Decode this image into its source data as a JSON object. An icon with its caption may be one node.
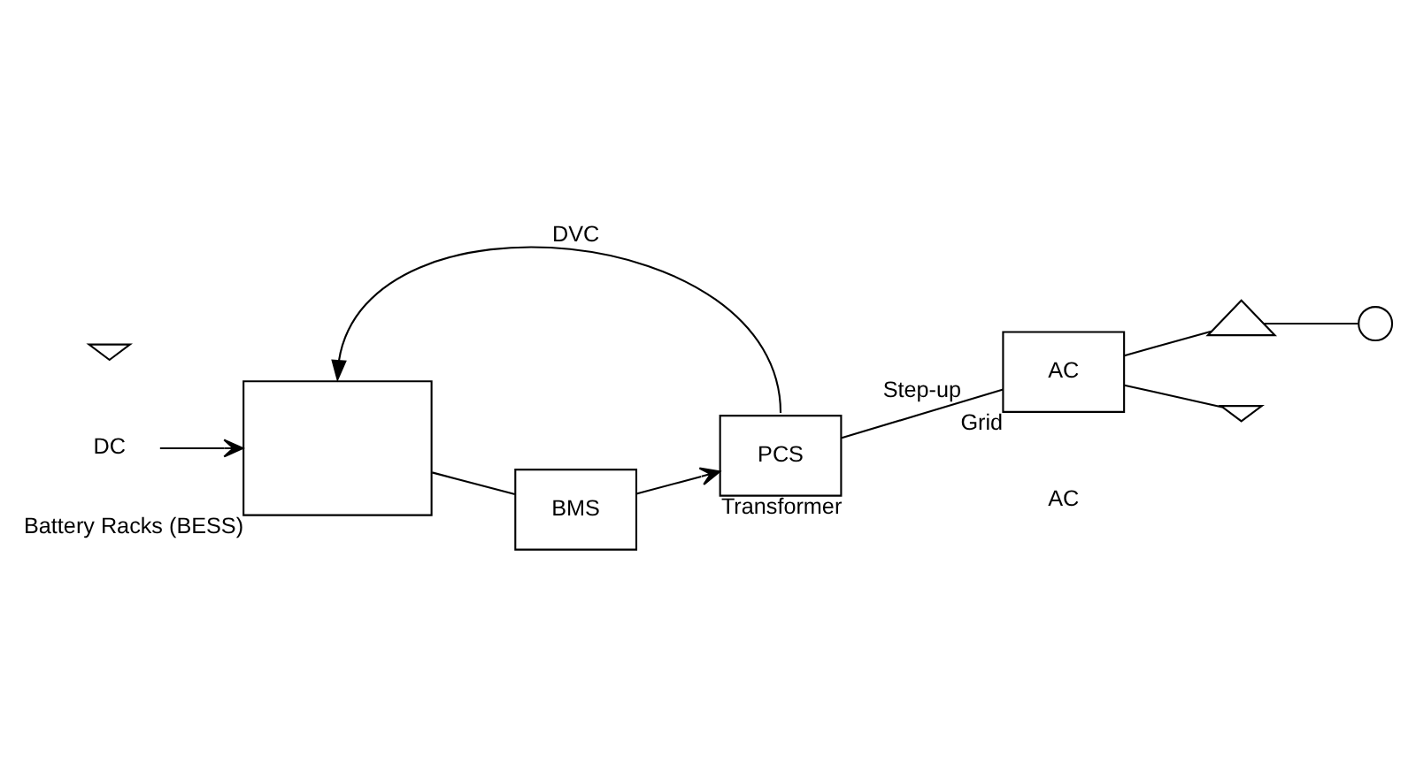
{
  "diagram": {
    "nodes": [
      {
        "text": [
          "DC"
        ]
      },
      {
        "text": [
          "Battery Racks (BESS)"
        ]
      },
      {
        "text": [
          "BMS"
        ]
      },
      {
        "text": [
          "PCS"
        ],
        "beside": [
          "Transformer"
        ]
      },
      {
        "text": [
          "AC"
        ],
        "beside": [
          "Grid"
        ]
      },
      {
        "text": [],
        "shape": "triangle"
      },
      {
        "text": [],
        "shape": "circle"
      },
      {
        "text": [],
        "shape": "ground"
      },
      {
        "text": [],
        "shape": "ground"
      }
    ],
    "edges": [
      {
        "from": 0,
        "to": 1,
        "arrow": "to"
      },
      {
        "from": 1,
        "to": 2,
        "arrow": "none"
      },
      {
        "from": 2,
        "to": 3,
        "arrow": "to"
      },
      {
        "from": 3,
        "to": 1,
        "arrow": "to",
        "label": "DVC"
      },
      {
        "from": 3,
        "to": 4,
        "arrow": "none",
        "label": "Step-up"
      },
      {
        "from": 4,
        "to": 5,
        "arrow": "none"
      },
      {
        "from": 5,
        "to": 6,
        "arrow": "none"
      },
      {
        "from": 4,
        "to": 7,
        "arrow": "none"
      }
    ],
    "labels": [
      "AC"
    ]
  }
}
